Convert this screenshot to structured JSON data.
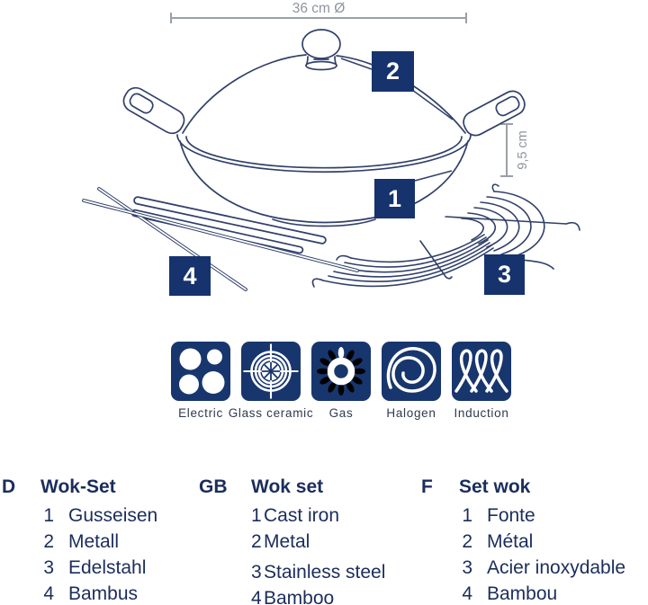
{
  "diagram": {
    "width_label": "36 cm Ø",
    "height_label": "9,5 cm",
    "badge_wok": "1",
    "badge_lid": "2",
    "badge_rack": "3",
    "badge_chopsticks": "4"
  },
  "hobs": [
    {
      "icon": "electric-hob-icon",
      "label": "Electric"
    },
    {
      "icon": "glass-ceramic-hob-icon",
      "label": "Glass ceramic"
    },
    {
      "icon": "gas-hob-icon",
      "label": "Gas"
    },
    {
      "icon": "halogen-hob-icon",
      "label": "Halogen"
    },
    {
      "icon": "induction-hob-icon",
      "label": "Induction"
    }
  ],
  "legend": {
    "columns": [
      {
        "lang": "D",
        "title": "Wok-Set",
        "items": [
          {
            "num": "1",
            "label": "Gusseisen"
          },
          {
            "num": "2",
            "label": "Metall"
          },
          {
            "num": "3",
            "label": "Edelstahl"
          },
          {
            "num": "4",
            "label": "Bambus"
          }
        ]
      },
      {
        "lang": "GB",
        "title": "Wok set",
        "items": [
          {
            "num": "1",
            "label": "Cast iron"
          },
          {
            "num": "2",
            "label": "Metal"
          },
          {
            "num": "3",
            "label": "Stainless steel"
          },
          {
            "num": "4",
            "label": "Bamboo"
          }
        ]
      },
      {
        "lang": "F",
        "title": "Set wok",
        "items": [
          {
            "num": "1",
            "label": "Fonte"
          },
          {
            "num": "2",
            "label": "Métal"
          },
          {
            "num": "3",
            "label": "Acier inoxydable"
          },
          {
            "num": "4",
            "label": "Bambou"
          }
        ]
      }
    ]
  },
  "colors": {
    "navy_badge": "#16336e",
    "navy_icon": "#18366e",
    "line_art": "#31406a",
    "dimension_gray": "#8f949d",
    "legend_text": "#1b2d5c"
  }
}
